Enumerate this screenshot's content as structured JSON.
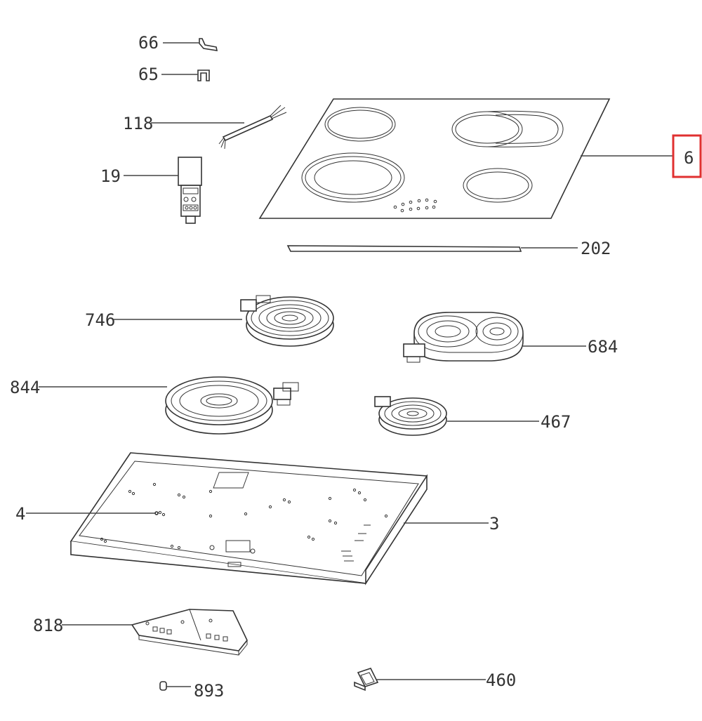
{
  "labels": {
    "p66": "66",
    "p65": "65",
    "p118": "118",
    "p19": "19",
    "p6": "6",
    "p202": "202",
    "p746": "746",
    "p684": "684",
    "p844": "844",
    "p467": "467",
    "p4": "4",
    "p3": "3",
    "p818": "818",
    "p893": "893",
    "p460": "460"
  },
  "highlight": {
    "part": "6",
    "color": "#e03030"
  }
}
